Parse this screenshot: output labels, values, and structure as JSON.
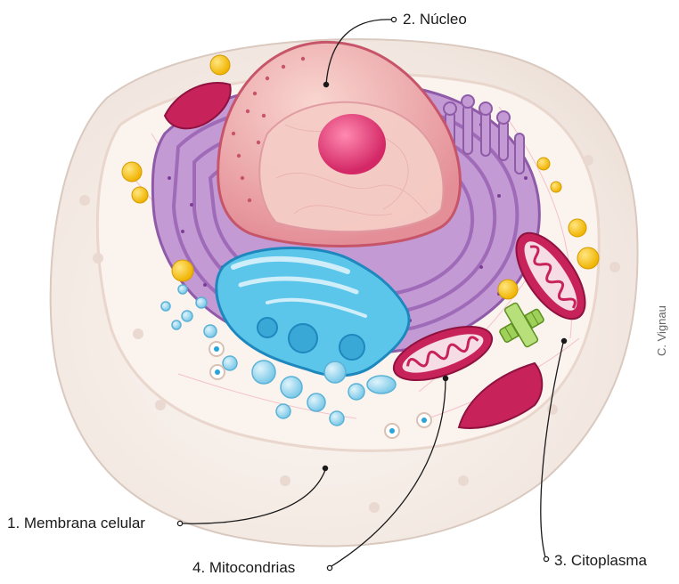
{
  "labels": {
    "membrana": "1. Membrana celular",
    "nucleo": "2. Núcleo",
    "citoplasma": "3. Citoplasma",
    "mitocondrias": "4. Mitocondrias"
  },
  "credit": "C. Vignau",
  "colors": {
    "membrane": "#f4ece6",
    "cytoplasm": "#fbf3ee",
    "er": "#b78cc6",
    "er_dark": "#8f5aa8",
    "nucleus_outer": "#f2a0a6",
    "nucleus_inner": "#f4c6c0",
    "nucleolus": "#e83a78",
    "golgi": "#3fb3df",
    "golgi_dark": "#1e88be",
    "mitochondria": "#c8225a",
    "vesicle": "#f7c51e",
    "centriole": "#9fd05a",
    "leader": "#1a1a1a"
  }
}
